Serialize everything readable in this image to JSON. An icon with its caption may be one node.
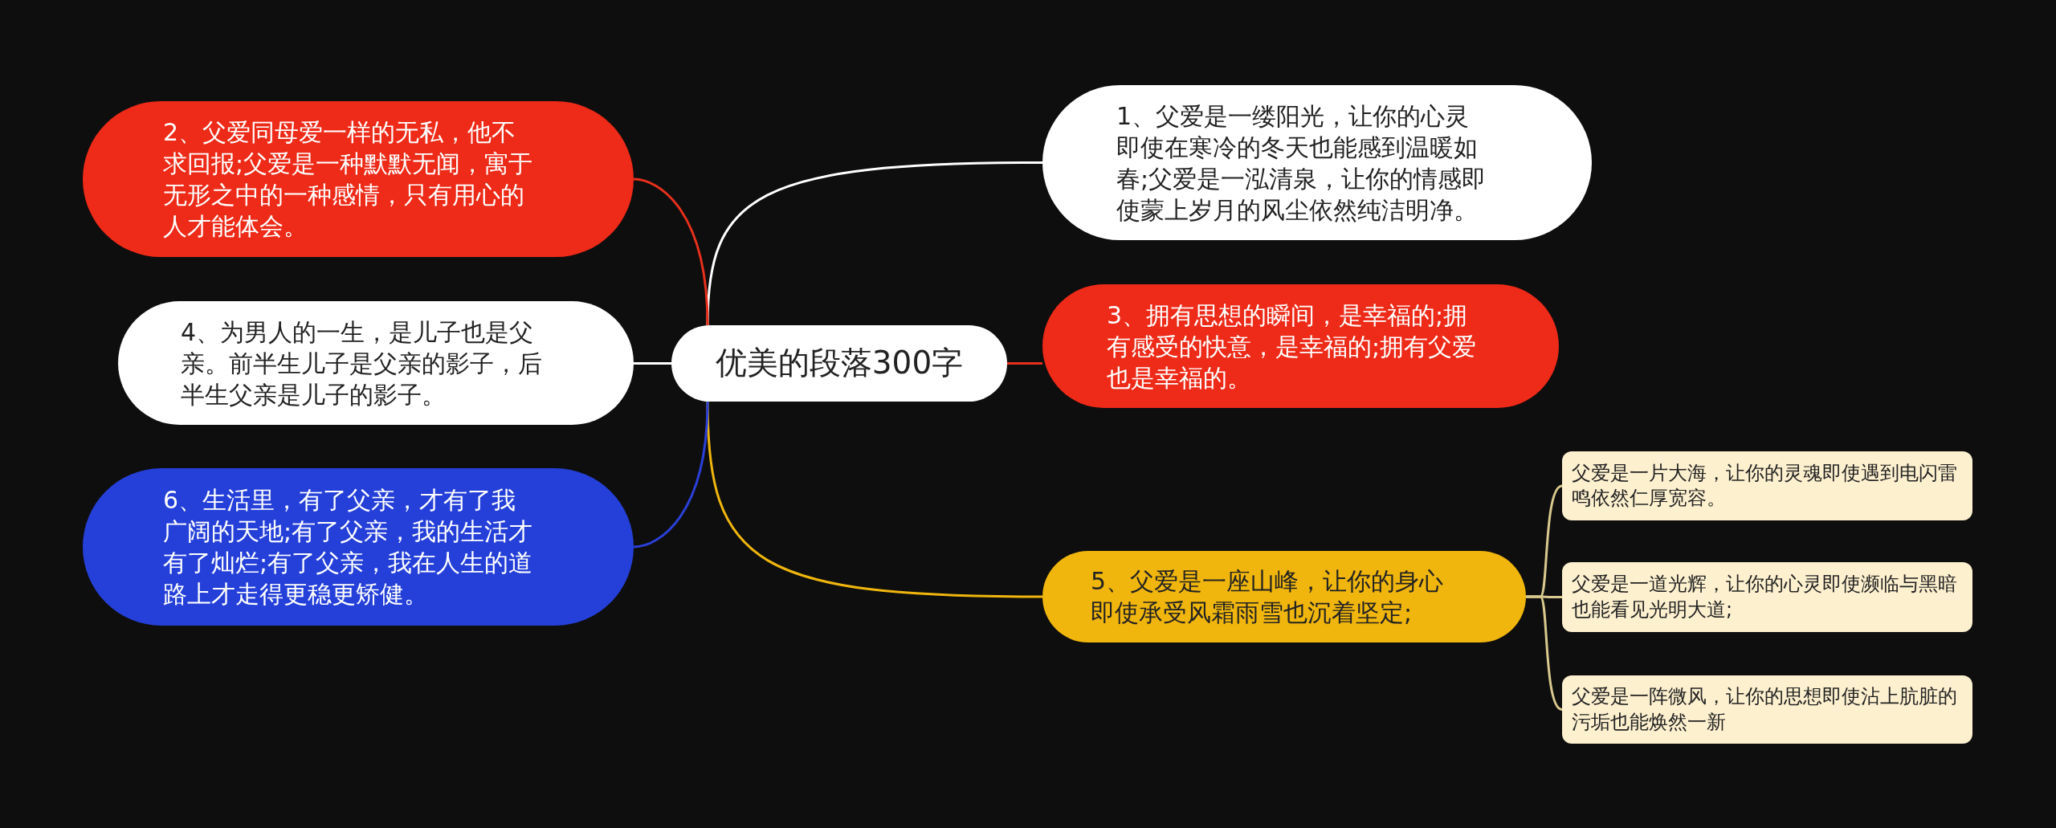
{
  "diagram": {
    "nodes": [
      {
        "text": [
          "优美的段落300字"
        ]
      },
      {
        "text": [
          "1、父爱是一缕阳光，让你的心灵即使在寒冷的冬天也能感到温暖如春;父爱是一泓清泉，让你的情感即使蒙上岁月的风尘依然纯洁明净。"
        ]
      },
      {
        "text": [
          "2、父爱同母爱一样的无私，他不求回报;父爱是一种默默无闻，寓于无形之中的一种感情，只有用心的人才能体会。"
        ]
      },
      {
        "text": [
          "3、拥有思想的瞬间，是幸福的;拥有感受的快意，是幸福的;拥有父爱也是幸福的。"
        ]
      },
      {
        "text": [
          "4、为男人的一生，是儿子也是父亲。前半生儿子是父亲的影子，后半生父亲是儿子的影子。"
        ]
      },
      {
        "text": [
          "5、父爱是一座山峰，让你的身心即使承受风霜雨雪也沉着坚定;"
        ]
      },
      {
        "text": [
          "6、生活里，有了父亲，才有了我广阔的天地;有了父亲，我的生活才有了灿烂;有了父亲，我在人生的道路上才走得更稳更矫健。"
        ]
      },
      {
        "text": [
          "父爱是一片大海，让你的灵魂即使遇到电闪雷鸣依然仁厚宽容。"
        ]
      },
      {
        "text": [
          "父爱是一道光辉，让你的心灵即使濒临与黑暗也能看见光明大道;"
        ]
      },
      {
        "text": [
          "父爱是一阵微风，让你的思想即使沾上肮脏的污垢也能焕然一新"
        ]
      }
    ],
    "edges": [
      {
        "from": 0,
        "to": 1,
        "arrow": "none",
        "color": "#ffffff"
      },
      {
        "from": 0,
        "to": 2,
        "arrow": "none",
        "color": "#e8301c"
      },
      {
        "from": 0,
        "to": 3,
        "arrow": "none",
        "color": "#e8301c"
      },
      {
        "from": 0,
        "to": 4,
        "arrow": "none",
        "color": "#ffffff"
      },
      {
        "from": 0,
        "to": 5,
        "arrow": "none",
        "color": "#f0b60e"
      },
      {
        "from": 0,
        "to": 6,
        "arrow": "none",
        "color": "#2a40d8"
      },
      {
        "from": 5,
        "to": 7,
        "arrow": "none",
        "color": "#d9c98e"
      },
      {
        "from": 5,
        "to": 8,
        "arrow": "none",
        "color": "#d9c98e"
      },
      {
        "from": 5,
        "to": 9,
        "arrow": "none",
        "color": "#d9c98e"
      }
    ]
  }
}
